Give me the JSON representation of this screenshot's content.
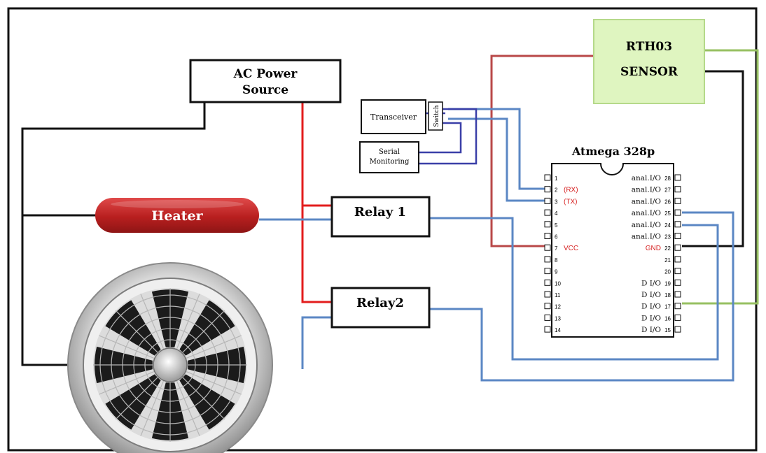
{
  "colors": {
    "red_wire": "#e31d1d",
    "dark_red_wire": "#b94848",
    "blue_wire": "#5b87c4",
    "navy_wire": "#3a3fa8",
    "green_wire": "#97c062",
    "black_wire": "#111111",
    "sensor_fill": "#dff5c0",
    "sensor_border": "#b5d98a",
    "heater_fill": "#c22a2a",
    "chip_red_text": "#d61f1f"
  },
  "ac_power": {
    "line1": "AC Power",
    "line2": "Source"
  },
  "sensor": {
    "line1": "RTH03",
    "line2": "SENSOR"
  },
  "transceiver": {
    "label": "Transceiver"
  },
  "switch": {
    "label": "Switch"
  },
  "serial": {
    "line1": "Serial",
    "line2": "Monitoring"
  },
  "heater": {
    "label": "Heater"
  },
  "relay1": {
    "label": "Relay 1"
  },
  "relay2": {
    "label": "Relay2"
  },
  "fan": {
    "icon": "fan-icon"
  },
  "mcu": {
    "title": "Atmega 328p",
    "left_pins": [
      {
        "num": "1",
        "label": ""
      },
      {
        "num": "2",
        "label": "(RX)"
      },
      {
        "num": "3",
        "label": "(TX)"
      },
      {
        "num": "4",
        "label": ""
      },
      {
        "num": "5",
        "label": ""
      },
      {
        "num": "6",
        "label": ""
      },
      {
        "num": "7",
        "label": "VCC"
      },
      {
        "num": "8",
        "label": ""
      },
      {
        "num": "9",
        "label": ""
      },
      {
        "num": "10",
        "label": ""
      },
      {
        "num": "11",
        "label": ""
      },
      {
        "num": "12",
        "label": ""
      },
      {
        "num": "13",
        "label": ""
      },
      {
        "num": "14",
        "label": ""
      }
    ],
    "right_pins": [
      {
        "num": "28",
        "label": "anal.I/O"
      },
      {
        "num": "27",
        "label": "anal.I/O"
      },
      {
        "num": "26",
        "label": "anal.I/O"
      },
      {
        "num": "25",
        "label": "anal.I/O"
      },
      {
        "num": "24",
        "label": "anal.I/O"
      },
      {
        "num": "23",
        "label": "anal.I/O"
      },
      {
        "num": "22",
        "label": "GND"
      },
      {
        "num": "21",
        "label": ""
      },
      {
        "num": "20",
        "label": ""
      },
      {
        "num": "19",
        "label": "D I/O"
      },
      {
        "num": "18",
        "label": "D I/O"
      },
      {
        "num": "17",
        "label": "D I/O"
      },
      {
        "num": "16",
        "label": "D I/O"
      },
      {
        "num": "15",
        "label": "D I/O"
      }
    ]
  }
}
